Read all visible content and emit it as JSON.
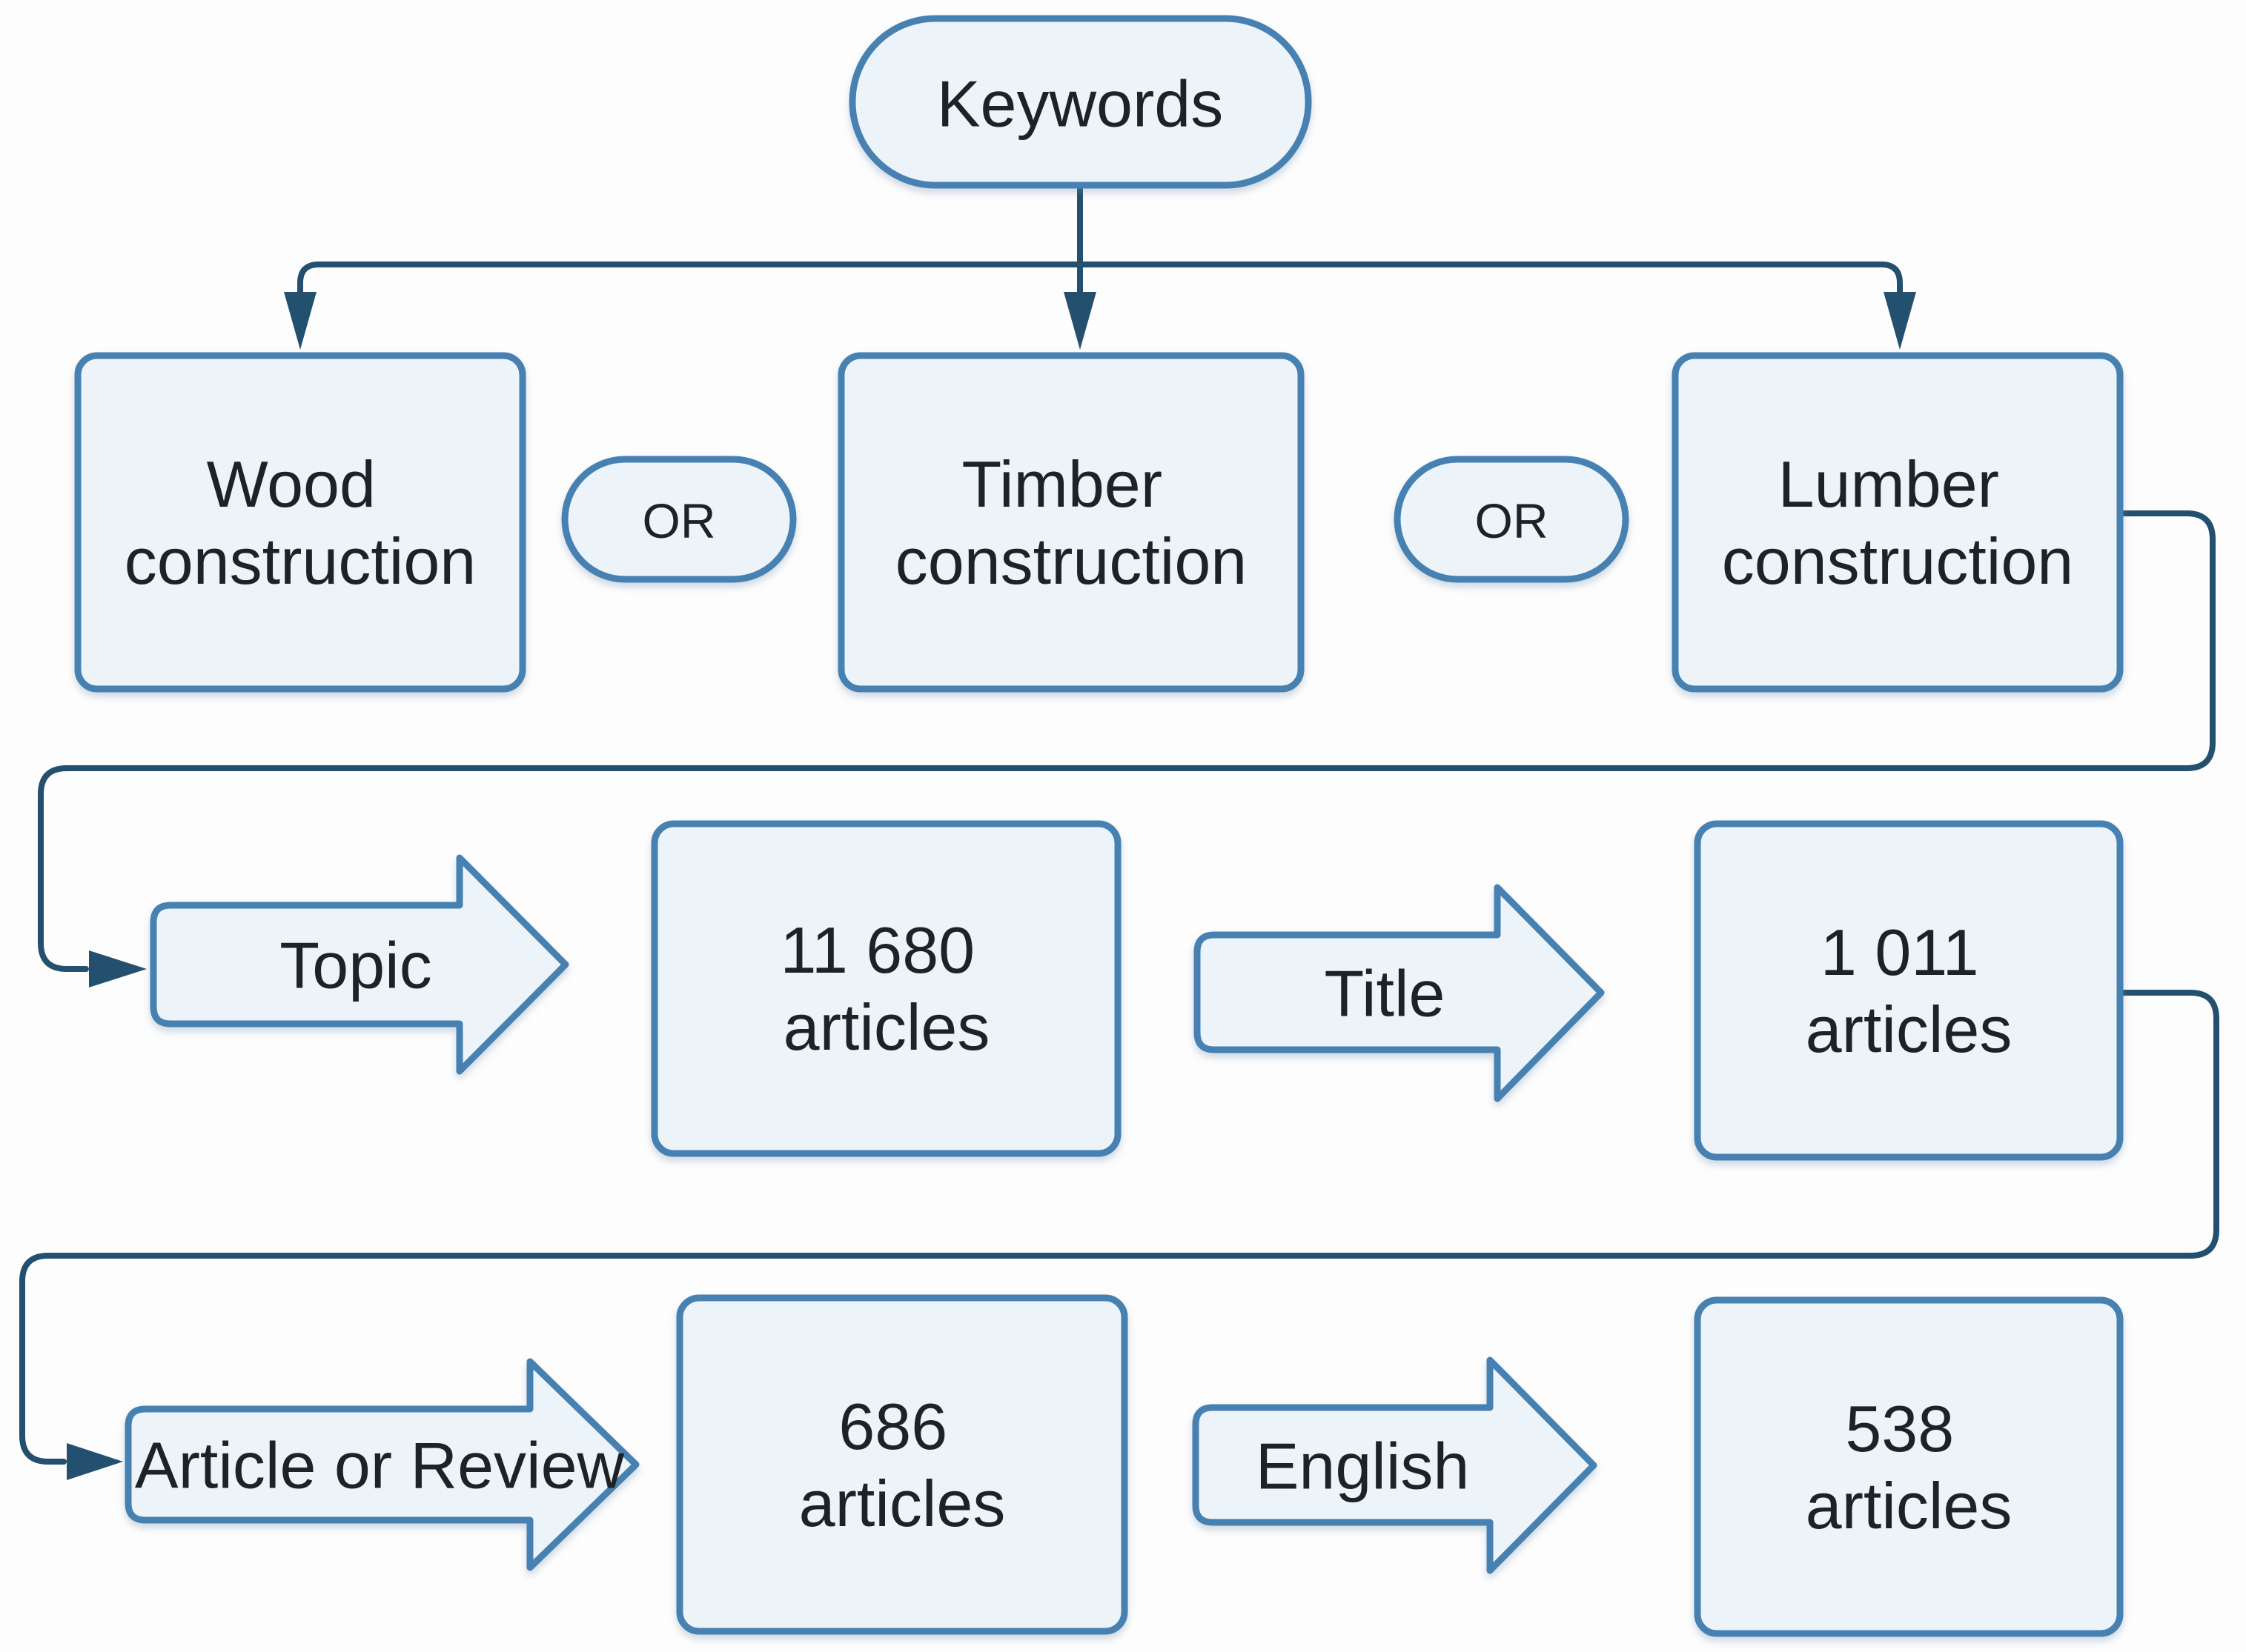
{
  "colors": {
    "canvas_bg": "#fdfdfd",
    "shape_fill": "#ecf4fa",
    "shape_stroke": "#4681b2",
    "connector": "#24506f",
    "text": "#1e2224"
  },
  "flowchart": {
    "root": {
      "label": "Keywords"
    },
    "keyword_boxes": [
      {
        "line1": "Wood",
        "line2": "construction"
      },
      {
        "line1": "Timber",
        "line2": "construction"
      },
      {
        "line1": "Lumber",
        "line2": "construction"
      }
    ],
    "operators": [
      {
        "label": "OR"
      },
      {
        "label": "OR"
      }
    ],
    "filters": [
      {
        "step": "Topic",
        "result1": "11 680",
        "result2": "articles"
      },
      {
        "step": "Title",
        "result1": "1 011",
        "result2": "articles"
      },
      {
        "step": "Article or Review",
        "result1": "686",
        "result2": "articles"
      },
      {
        "step": "English",
        "result1": "538",
        "result2": "articles"
      }
    ]
  }
}
